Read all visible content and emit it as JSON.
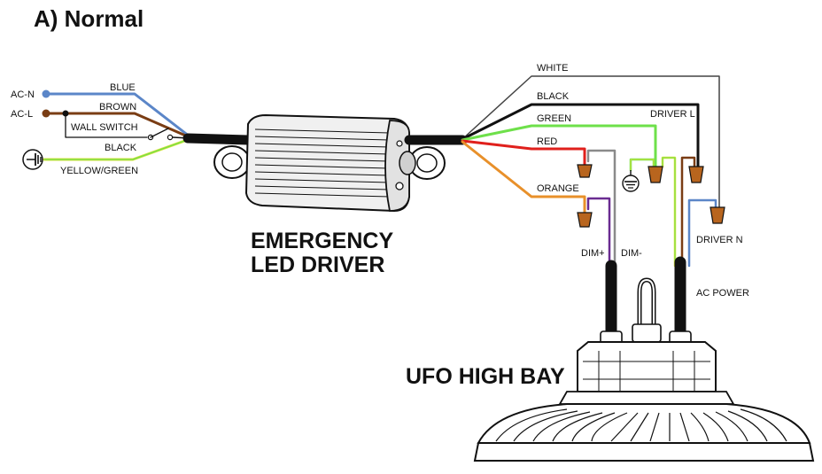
{
  "title": "A) Normal",
  "labels": {
    "ac_n": "AC-N",
    "ac_l": "AC-L",
    "blue": "BLUE",
    "brown": "BROWN",
    "wall_switch": "WALL SWITCH",
    "black_in": "BLACK",
    "yellow_green": "YELLOW/GREEN",
    "white": "WHITE",
    "black_out": "BLACK",
    "driver_l": "DRIVER L",
    "green": "GREEN",
    "red": "RED",
    "orange": "ORANGE",
    "driver_n": "DRIVER N",
    "dim_plus": "DIM+",
    "dim_minus": "DIM-",
    "ac_power": "AC POWER"
  },
  "components": {
    "driver_line1": "EMERGENCY",
    "driver_line2": "LED  DRIVER",
    "fixture": "UFO HIGH BAY"
  },
  "colors": {
    "blue": "#5b86c8",
    "brown": "#7a3d14",
    "black": "#111111",
    "green": "#6ee04a",
    "yellow": "#d8e23a",
    "red": "#e0201c",
    "orange": "#e8902a",
    "white_wire": "#444444",
    "purple": "#6a2c91",
    "gray": "#8a8a8a",
    "connector": "#b8651e"
  },
  "icons": [
    "ground-icon",
    "wire-nut-icon",
    "terminal-dot-icon"
  ]
}
